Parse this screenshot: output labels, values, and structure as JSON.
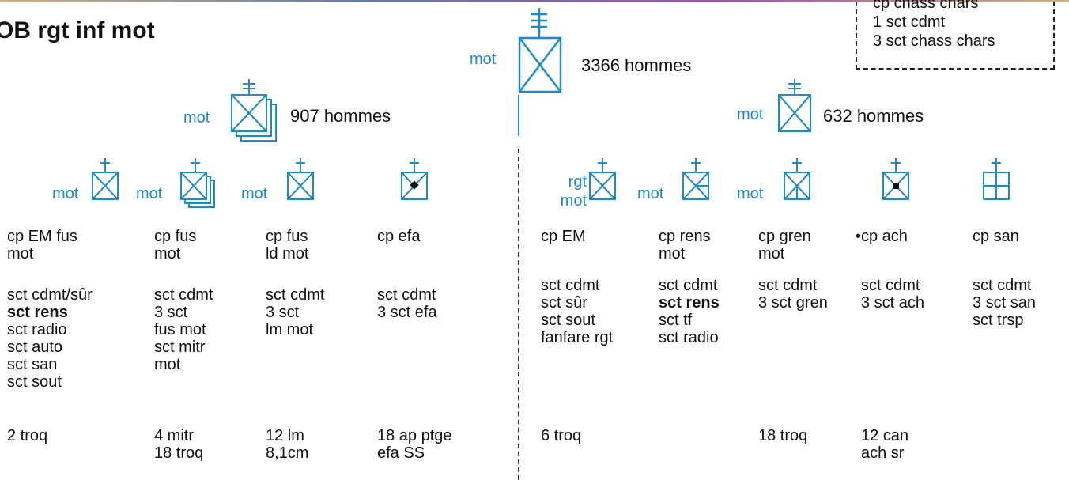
{
  "title": "OB rgt inf mot",
  "command_box": [
    "cp chass chars",
    "1 sct cdmt",
    "3 sct chass chars"
  ],
  "regiment": {
    "label": "mot",
    "men": "3366 hommes"
  },
  "left_group": {
    "label": "mot",
    "men": "907 hommes"
  },
  "right_group": {
    "label": "mot",
    "men": "632 hommes"
  },
  "left_units": [
    {
      "label": "mot",
      "name": [
        "cp EM fus",
        "mot"
      ],
      "sections": [
        "sct cdmt/sûr",
        "sct rens",
        "sct radio",
        "sct auto",
        "sct san",
        "sct sout"
      ],
      "bold": [
        1
      ],
      "equipment": [
        "2 troq"
      ]
    },
    {
      "label": "mot",
      "name": [
        "cp fus",
        "mot"
      ],
      "sections": [
        "sct cdmt",
        "3 sct",
        "fus mot",
        "sct mitr",
        "mot"
      ],
      "bold": [],
      "equipment": [
        "4 mitr",
        "18 troq"
      ]
    },
    {
      "label": "mot",
      "name": [
        "cp fus",
        "ld mot"
      ],
      "sections": [
        "sct cdmt",
        "3 sct",
        "lm mot"
      ],
      "bold": [],
      "equipment": [
        "12 lm",
        "8,1cm"
      ]
    },
    {
      "label": "",
      "name": [
        "cp efa"
      ],
      "sections": [
        "sct cdmt",
        "3 sct efa"
      ],
      "bold": [],
      "equipment": [
        "18 ap ptge",
        "efa SS"
      ]
    }
  ],
  "right_units": [
    {
      "label": "rgt mot",
      "name": [
        "cp EM"
      ],
      "sections": [
        "sct cdmt",
        "sct sûr",
        "sct sout",
        "fanfare rgt"
      ],
      "bold": [],
      "equipment": [
        "6 troq"
      ]
    },
    {
      "label": "mot",
      "name": [
        "cp rens",
        "mot"
      ],
      "sections": [
        "sct cdmt",
        "sct rens",
        "sct tf",
        "sct radio"
      ],
      "bold": [
        1
      ],
      "equipment": []
    },
    {
      "label": "mot",
      "name": [
        "cp gren",
        "mot"
      ],
      "sections": [
        "sct cdmt",
        "3 sct gren"
      ],
      "bold": [],
      "equipment": [
        "18 troq"
      ]
    },
    {
      "label": "",
      "name": [
        "•cp ach"
      ],
      "sections": [
        "sct cdmt",
        "3 sct ach"
      ],
      "bold": [],
      "equipment": [
        "12 can",
        "ach sr"
      ]
    },
    {
      "label": "",
      "name": [
        "cp san"
      ],
      "sections": [
        "sct cdmt",
        "3 sct san",
        "sct trsp"
      ],
      "bold": [],
      "equipment": []
    }
  ],
  "colors": {
    "symbol": "#1e8ac9",
    "text": "#111111"
  }
}
